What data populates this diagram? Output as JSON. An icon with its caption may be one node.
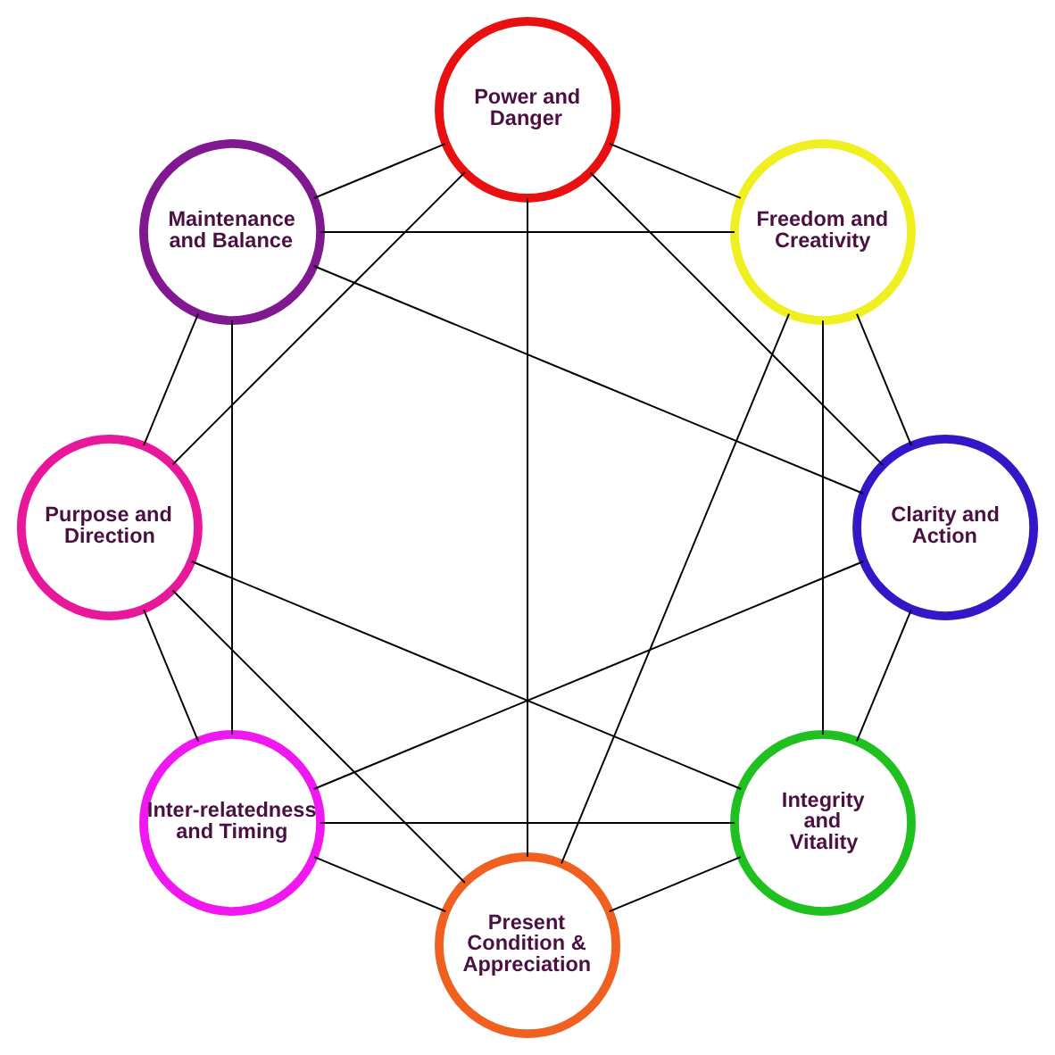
{
  "diagram": {
    "nodes": [
      {
        "text": [
          "Clarity and Action"
        ]
      },
      {
        "text": [
          "Integrity and Vitality"
        ]
      },
      {
        "text": [
          "Freedom and Creativity"
        ]
      },
      {
        "text": [
          "Present Condition & Appreciation"
        ]
      },
      {
        "text": [
          "Power and Danger"
        ]
      },
      {
        "text": [
          "Purpose and Direction"
        ]
      },
      {
        "text": [
          "Maintenance and Balance"
        ]
      },
      {
        "text": [
          "Inter-relatedness and Timing"
        ]
      }
    ],
    "edges": [
      {
        "from": 0,
        "to": 1,
        "arrow": "none"
      },
      {
        "from": 1,
        "to": 2,
        "arrow": "none"
      },
      {
        "from": 2,
        "to": 3,
        "arrow": "none"
      },
      {
        "from": 3,
        "to": 4,
        "arrow": "none"
      },
      {
        "from": 4,
        "to": 5,
        "arrow": "none"
      },
      {
        "from": 5,
        "to": 6,
        "arrow": "none"
      },
      {
        "from": 6,
        "to": 7,
        "arrow": "none"
      },
      {
        "from": 7,
        "to": 0,
        "arrow": "none"
      },
      {
        "from": 7,
        "to": 1,
        "arrow": "none"
      },
      {
        "from": 1,
        "to": 3,
        "arrow": "none"
      },
      {
        "from": 3,
        "to": 5,
        "arrow": "none"
      },
      {
        "from": 5,
        "to": 7,
        "arrow": "none"
      },
      {
        "from": 0,
        "to": 2,
        "arrow": "none"
      },
      {
        "from": 2,
        "to": 4,
        "arrow": "none"
      },
      {
        "from": 4,
        "to": 6,
        "arrow": "none"
      },
      {
        "from": 6,
        "to": 0,
        "arrow": "none"
      },
      {
        "from": 0,
        "to": 4,
        "arrow": "none"
      },
      {
        "from": 2,
        "to": 6,
        "arrow": "none"
      },
      {
        "from": 7,
        "to": 3,
        "arrow": "none"
      },
      {
        "from": 1,
        "to": 5,
        "arrow": "none"
      }
    ]
  }
}
